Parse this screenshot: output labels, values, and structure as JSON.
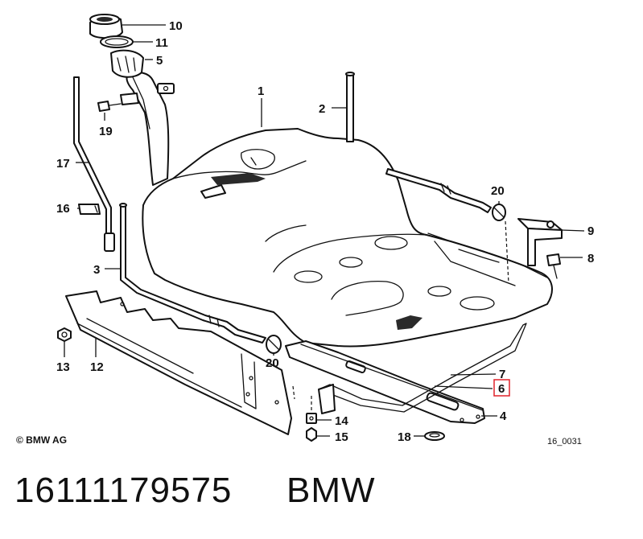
{
  "callouts": {
    "c1": "1",
    "c2": "2",
    "c3": "3",
    "c4": "4",
    "c5": "5",
    "c6": "6",
    "c7": "7",
    "c8": "8",
    "c9": "9",
    "c10": "10",
    "c11": "11",
    "c12": "12",
    "c13": "13",
    "c14": "14",
    "c15": "15",
    "c16": "16",
    "c17": "17",
    "c18": "18",
    "c19": "19",
    "c20a": "20",
    "c20b": "20"
  },
  "highlighted_callout": "6",
  "copyright": "© BMW AG",
  "figure_id": "16_0031",
  "footer": {
    "part_number": "16111179575",
    "brand": "BMW"
  },
  "colors": {
    "highlight": "#e0222a",
    "ink": "#111111"
  }
}
